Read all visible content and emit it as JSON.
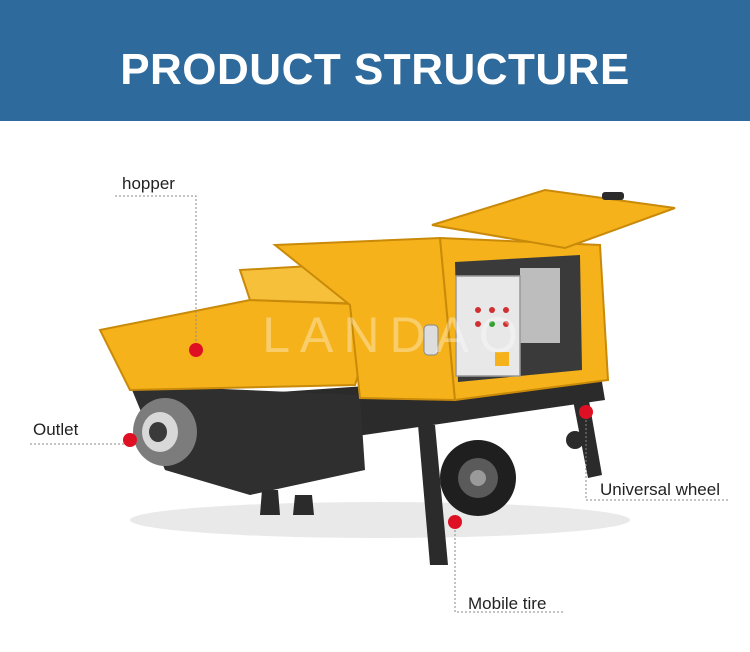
{
  "banner": {
    "title": "PRODUCT STRUCTURE",
    "background": "#2e6b9c",
    "text_color": "#ffffff"
  },
  "watermark": "LANDAO",
  "colors": {
    "machine_yellow": "#f5b21b",
    "machine_black": "#2b2b2b",
    "marker_red": "#e01024",
    "leader_line": "#8a8a8a"
  },
  "callouts": {
    "hopper": "hopper",
    "outlet": "Outlet",
    "universal_wheel": "Universal wheel",
    "mobile_tire": "Mobile tire"
  }
}
